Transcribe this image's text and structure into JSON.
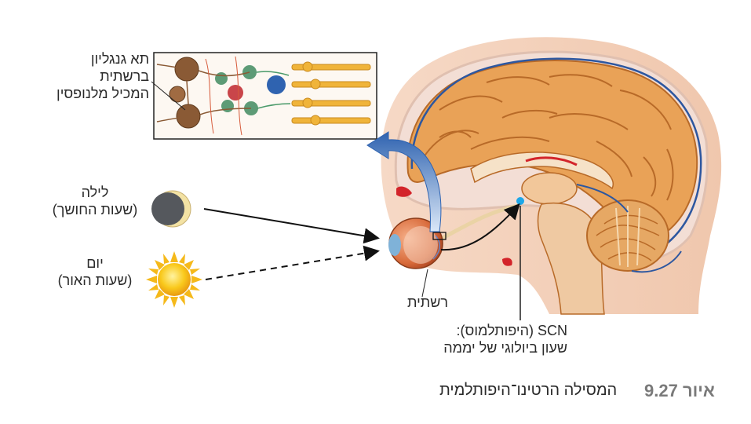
{
  "labels": {
    "ganglion": [
      "תא גנגליון",
      "ברשתית",
      "המכיל מלנופסין"
    ],
    "night": [
      "לילה",
      "(שעות החושך)"
    ],
    "day": [
      "יום",
      "(שעות האור)"
    ],
    "retina": "רשתית",
    "scn": [
      "SCN (היפותלמוס):",
      "שעון ביולוגי של יממה"
    ]
  },
  "caption": {
    "number": "איור 9.27",
    "title": "המסילה הרטינו־היפותלמית"
  },
  "colors": {
    "brain_tan": "#e9a257",
    "brain_outline": "#b86a28",
    "blue_arrow": "#3a6fb8",
    "scn_dot": "#1ea7e8",
    "sun": "#f7c51a",
    "moon_dark": "#55585d",
    "moon_light": "#f3e2a4"
  }
}
